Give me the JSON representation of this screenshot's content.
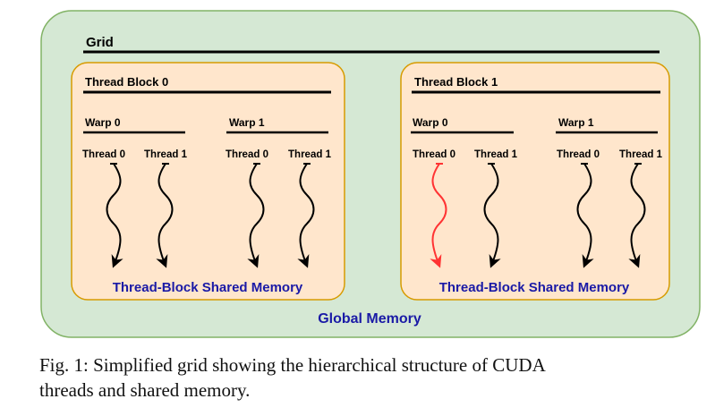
{
  "colors": {
    "grid_fill": "#d5e8d4",
    "grid_stroke": "#82b366",
    "block_fill": "#ffe6cc",
    "block_stroke": "#d79b00",
    "memory_text": "#1a1aa6",
    "thread_arrow": "#000000",
    "highlight_arrow": "#ff3333"
  },
  "grid": {
    "label": "Grid"
  },
  "blocks": [
    {
      "label": "Thread Block 0",
      "shared_memory": "Thread-Block Shared Memory",
      "warps": [
        {
          "label": "Warp 0",
          "threads": [
            {
              "label": "Thread 0"
            },
            {
              "label": "Thread 1"
            }
          ]
        },
        {
          "label": "Warp 1",
          "threads": [
            {
              "label": "Thread 0"
            },
            {
              "label": "Thread 1"
            }
          ]
        }
      ]
    },
    {
      "label": "Thread Block 1",
      "shared_memory": "Thread-Block Shared Memory",
      "warps": [
        {
          "label": "Warp 0",
          "threads": [
            {
              "label": "Thread 0",
              "highlighted": true
            },
            {
              "label": "Thread 1"
            }
          ]
        },
        {
          "label": "Warp 1",
          "threads": [
            {
              "label": "Thread 0"
            },
            {
              "label": "Thread 1"
            }
          ]
        }
      ]
    }
  ],
  "global_memory": "Global Memory",
  "caption": {
    "line1": "Fig. 1: Simplified grid showing the hierarchical structure of CUDA",
    "line2": "threads and shared memory."
  }
}
